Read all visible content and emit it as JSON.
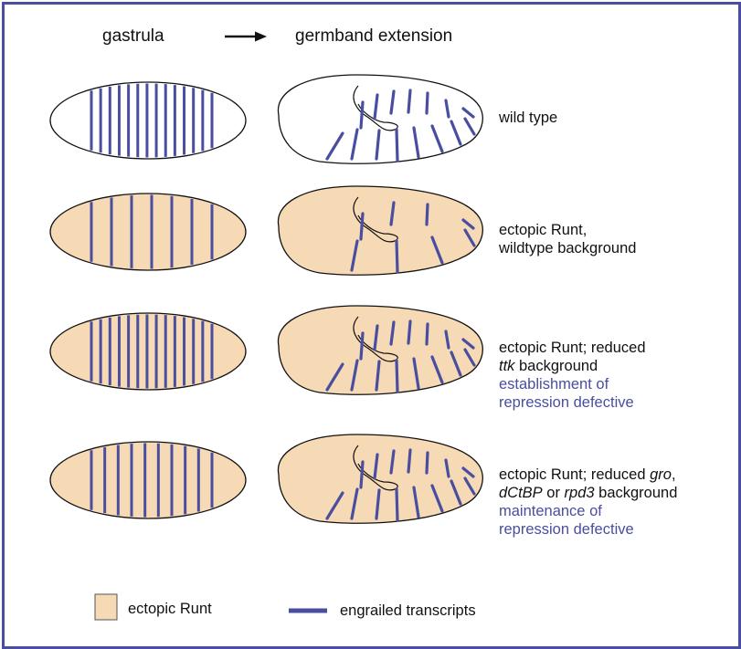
{
  "headers": {
    "left": "gastrula",
    "right": "germband extension"
  },
  "colors": {
    "frame": "#4a4ea0",
    "stripe": "#4a4ea0",
    "ectopic_fill": "#f6d9b5",
    "outline": "#111111",
    "annotation": "#4a4ea0"
  },
  "rows": [
    {
      "id": "wild-type",
      "filled": false,
      "gastrula_stripe_count": 14,
      "label_line1": "wild type"
    },
    {
      "id": "ectopic-runt-wildtype",
      "filled": true,
      "gastrula_stripe_count": 7,
      "label_line1": "ectopic Runt,",
      "label_line2": "wildtype background"
    },
    {
      "id": "reduced-ttk",
      "filled": true,
      "gastrula_stripe_count": 14,
      "label_line1": "ectopic Runt; reduced",
      "label_line2_italic": "ttk",
      "label_line2_rest": " background",
      "note_line1": "establishment of",
      "note_line2": "repression defective"
    },
    {
      "id": "reduced-gro",
      "filled": true,
      "gastrula_stripe_count": 10,
      "label_line1_plain": "ectopic Runt; reduced ",
      "label_line1_italic": "gro",
      "label_line1_tail": ",",
      "label_line2_italic_a": "dCtBP",
      "label_line2_mid": " or ",
      "label_line2_italic_b": "rpd3",
      "label_line2_rest": " background",
      "note_line1": "maintenance of",
      "note_line2": "repression defective"
    }
  ],
  "legend": {
    "ectopic_label": "ectopic Runt",
    "stripe_label": "engrailed transcripts"
  }
}
